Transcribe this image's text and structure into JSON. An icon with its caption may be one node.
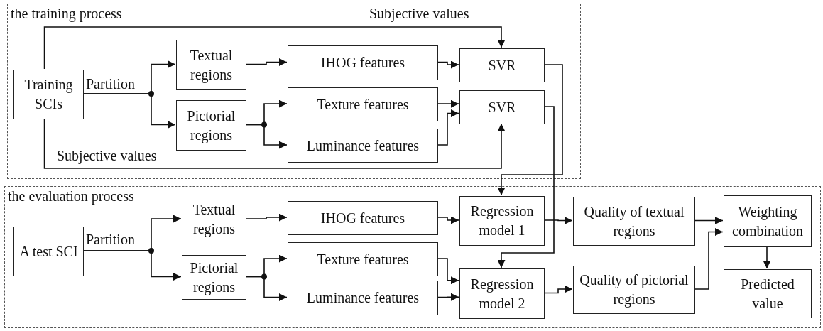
{
  "diagram": {
    "nodes": [
      {
        "text": [
          "the training process"
        ]
      },
      {
        "text": [
          "Training SCIs"
        ],
        "in": 0
      },
      {
        "text": [
          "Textual regions"
        ],
        "in": 0
      },
      {
        "text": [
          "Pictorial regions"
        ],
        "in": 0
      },
      {
        "text": [
          "IHOG features"
        ],
        "in": 0
      },
      {
        "text": [
          "Texture features"
        ],
        "in": 0
      },
      {
        "text": [
          "Luminance features"
        ],
        "in": 0
      },
      {
        "text": [
          "SVR"
        ],
        "in": 0
      },
      {
        "text": [
          "SVR"
        ],
        "in": 0
      },
      {
        "text": [
          "the evaluation process"
        ]
      },
      {
        "text": [
          "A test SCI"
        ],
        "in": 9
      },
      {
        "text": [
          "Textual regions"
        ],
        "in": 9
      },
      {
        "text": [
          "Pictorial regions"
        ],
        "in": 9
      },
      {
        "text": [
          "IHOG features"
        ],
        "in": 9
      },
      {
        "text": [
          "Texture features"
        ],
        "in": 9
      },
      {
        "text": [
          "Luminance features"
        ],
        "in": 9
      },
      {
        "text": [
          "Regression model 1"
        ],
        "in": 9
      },
      {
        "text": [
          "Quality of textual regions"
        ],
        "in": 9
      },
      {
        "text": [
          "Weighting combination"
        ],
        "in": 9
      },
      {
        "text": [
          "Regression model 2"
        ],
        "in": 9
      },
      {
        "text": [
          "Quality of pictorial regions"
        ],
        "in": 9
      },
      {
        "text": [
          "Predicted value"
        ],
        "in": 9
      }
    ],
    "edges": [
      {
        "from": 1,
        "to": 2,
        "arrow": "to",
        "label": "Partition"
      },
      {
        "from": 1,
        "to": 3,
        "arrow": "to"
      },
      {
        "from": 2,
        "to": 4,
        "arrow": "to"
      },
      {
        "from": 3,
        "to": 5,
        "arrow": "to"
      },
      {
        "from": 3,
        "to": 6,
        "arrow": "to"
      },
      {
        "from": 4,
        "to": 7,
        "arrow": "to"
      },
      {
        "from": 5,
        "to": 8,
        "arrow": "to"
      },
      {
        "from": 6,
        "to": 8,
        "arrow": "to"
      },
      {
        "from": 1,
        "to": 7,
        "arrow": "to",
        "label": "Subjective values"
      },
      {
        "from": 1,
        "to": 8,
        "arrow": "to",
        "label": "Subjective values"
      },
      {
        "from": 7,
        "to": 16,
        "arrow": "to"
      },
      {
        "from": 8,
        "to": 19,
        "arrow": "to"
      },
      {
        "from": 10,
        "to": 11,
        "arrow": "to",
        "label": "Partition"
      },
      {
        "from": 10,
        "to": 12,
        "arrow": "to"
      },
      {
        "from": 11,
        "to": 13,
        "arrow": "to"
      },
      {
        "from": 12,
        "to": 14,
        "arrow": "to"
      },
      {
        "from": 12,
        "to": 15,
        "arrow": "to"
      },
      {
        "from": 13,
        "to": 16,
        "arrow": "to"
      },
      {
        "from": 14,
        "to": 19,
        "arrow": "to"
      },
      {
        "from": 15,
        "to": 19,
        "arrow": "to"
      },
      {
        "from": 16,
        "to": 17,
        "arrow": "to"
      },
      {
        "from": 19,
        "to": 20,
        "arrow": "to"
      },
      {
        "from": 17,
        "to": 18,
        "arrow": "to"
      },
      {
        "from": 20,
        "to": 18,
        "arrow": "to"
      },
      {
        "from": 18,
        "to": 21,
        "arrow": "to"
      }
    ]
  }
}
